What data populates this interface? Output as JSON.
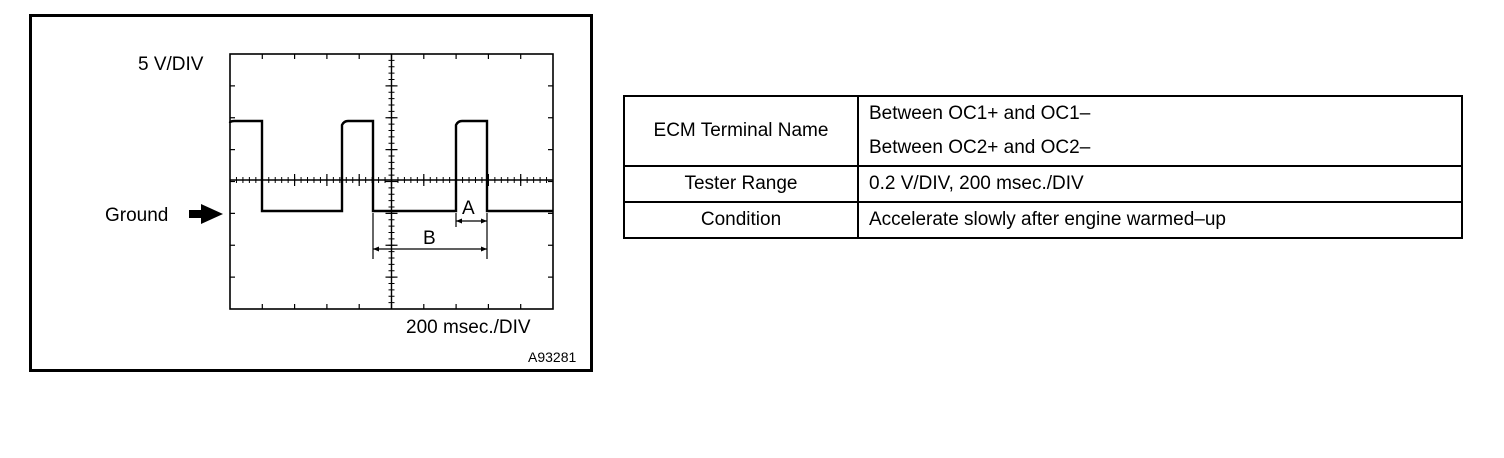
{
  "figure": {
    "volts_per_div": "5 V/DIV",
    "time_per_div": "200 msec./DIV",
    "ground_label": "Ground",
    "marker_a": "A",
    "marker_b": "B",
    "figure_id": "A93281"
  },
  "spec_table": {
    "rows": [
      {
        "label": "ECM Terminal Name",
        "values": [
          "Between OC1+ and OC1–",
          "Between OC2+ and OC2–"
        ]
      },
      {
        "label": "Tester Range",
        "values": [
          "0.2 V/DIV, 200 msec./DIV"
        ]
      },
      {
        "label": "Condition",
        "values": [
          "Accelerate slowly after engine warmed–up"
        ]
      }
    ]
  }
}
